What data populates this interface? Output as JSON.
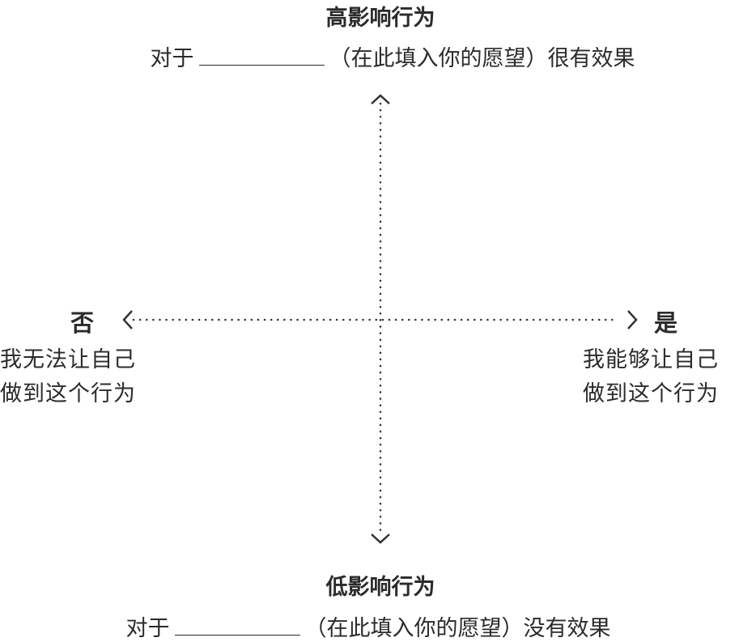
{
  "top": {
    "title": "高影响行为",
    "prefix": "对于",
    "suffix": "（在此填入你的愿望）很有效果"
  },
  "bottom": {
    "title": "低影响行为",
    "prefix": "对于",
    "suffix": "（在此填入你的愿望）没有效果"
  },
  "left": {
    "label": "否",
    "desc_line1": "我无法让自己",
    "desc_line2": "做到这个行为"
  },
  "right": {
    "label": "是",
    "desc_line1": "我能够让自己",
    "desc_line2": "做到这个行为"
  }
}
